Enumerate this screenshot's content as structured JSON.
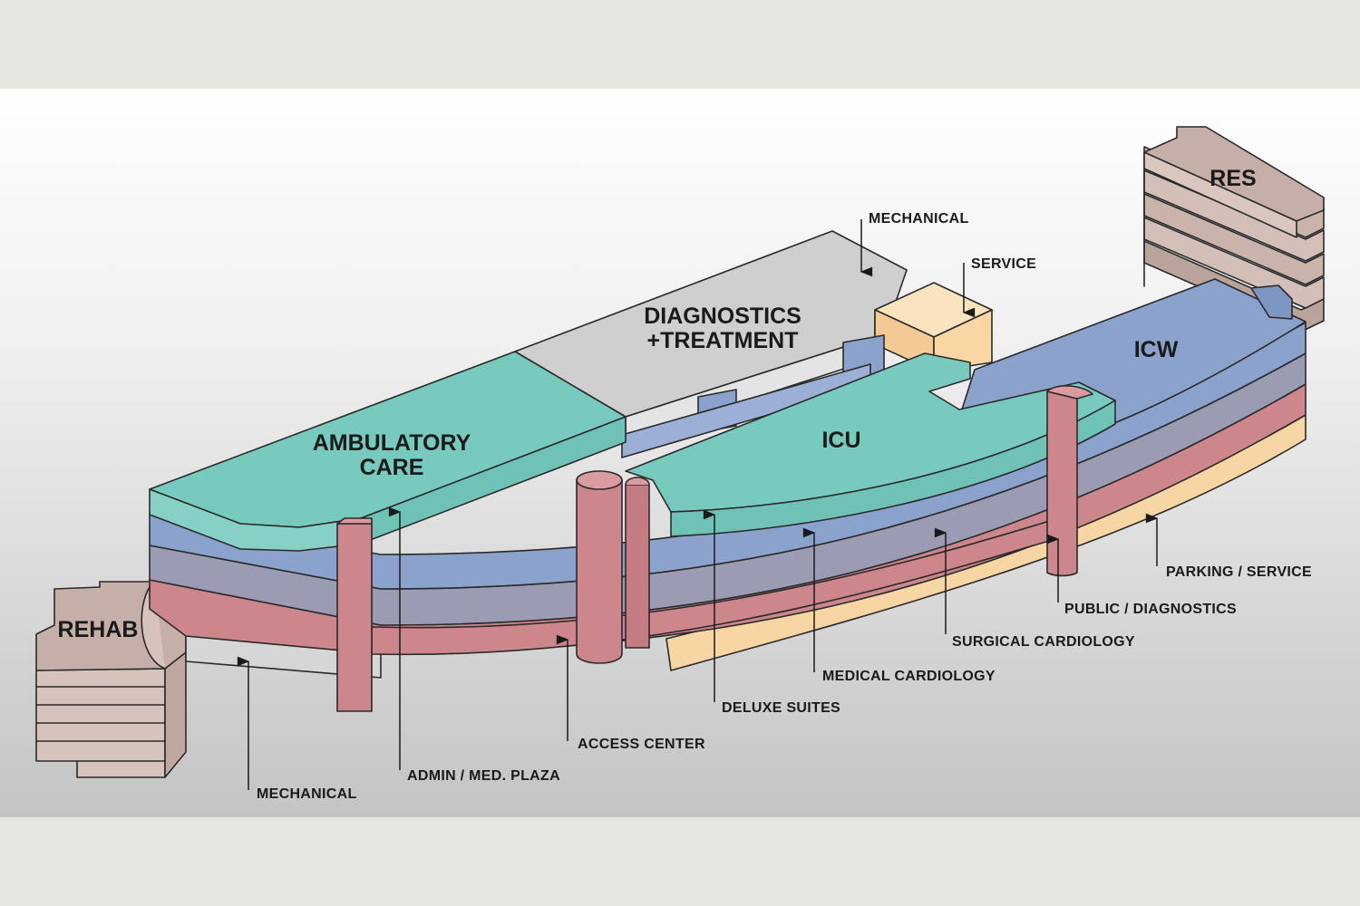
{
  "diagram": {
    "blocks": {
      "ambulatory_care": [
        "AMBULATORY",
        "CARE"
      ],
      "diagnostics_treatment": [
        "DIAGNOSTICS",
        "+TREATMENT"
      ],
      "icu": "ICU",
      "icw": "ICW",
      "res": "RES",
      "rehab": "REHAB"
    },
    "callouts": {
      "mechanical_top": "MECHANICAL",
      "service": "SERVICE",
      "parking_service": "PARKING / SERVICE",
      "public_diagnostics": "PUBLIC / DIAGNOSTICS",
      "surgical_cardiology": "SURGICAL CARDIOLOGY",
      "medical_cardiology": "MEDICAL CARDIOLOGY",
      "deluxe_suites": "DELUXE SUITES",
      "access_center": "ACCESS CENTER",
      "admin_med_plaza": "ADMIN / MED. PLAZA",
      "mechanical_bottom": "MECHANICAL"
    },
    "colors": {
      "icu_teal": "#78cabf",
      "icw_blue": "#8aa2cc",
      "surgical_purple": "#9b9bb4",
      "public_red": "#cd868c",
      "parking_peach": "#f7d6a3",
      "service_peach": "#f8d7a3",
      "mechanical_grey": "#d0d0d0",
      "res_brown": "#c5afa8"
    }
  }
}
